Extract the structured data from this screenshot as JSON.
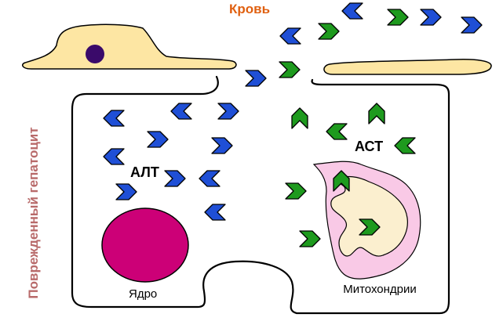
{
  "labels": {
    "blood": "Кровь",
    "damaged_hepatocyte": "Поврежденный гепатоцит",
    "alt": "АЛТ",
    "ast": "АСТ",
    "nucleus": "Ядро",
    "mitochondria": "Митохондрии"
  },
  "colors": {
    "blood_label": "#e06010",
    "hepatocyte_label": "#b86a6a",
    "endothelium": "#fde6a3",
    "endothelial_nucleus": "#3a0a6a",
    "nucleus": "#cc0077",
    "mitochondrion_outer": "#f9c9e6",
    "mitochondrion_inner": "#fbefcf",
    "alt_arrow": "#1f4fd6",
    "ast_arrow": "#1e9a1e",
    "outline": "#000000"
  },
  "icons": {
    "alt_enzyme": "blue-chevron-icon",
    "ast_enzyme": "green-chevron-icon"
  }
}
